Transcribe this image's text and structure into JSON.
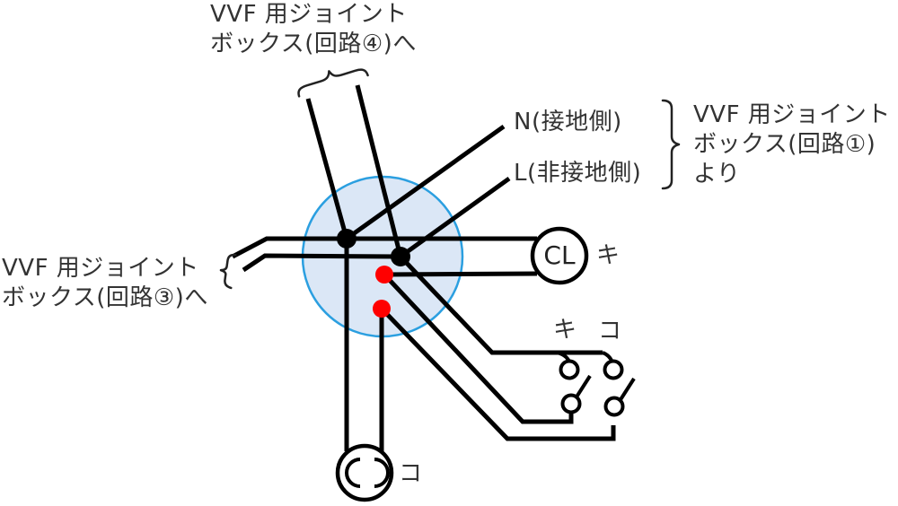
{
  "diagram": {
    "labels": {
      "to_circuit_4": {
        "line1": "VVF 用ジョイント",
        "line2": "ボックス(回路④)へ"
      },
      "to_circuit_3": {
        "line1": "VVF 用ジョイント",
        "line2": "ボックス(回路③)へ"
      },
      "from_circuit_1": {
        "line1": "VVF 用ジョイント",
        "line2": "ボックス(回路①)",
        "line3": "より"
      },
      "wire_n": "N(接地側)",
      "wire_l": "L(非接地側)",
      "ceiling_light": "CL",
      "ceiling_light_mark": "キ",
      "switch_ki_mark": "キ",
      "switch_ko_mark": "コ",
      "outlet_mark": "コ"
    },
    "colors": {
      "wire": "#000000",
      "text": "#333333",
      "junction_box_fill": "#dbe7f6",
      "junction_box_stroke": "#2b9fe0",
      "connection_dot_red": "#ff0000",
      "connection_dot_black": "#000000"
    }
  }
}
